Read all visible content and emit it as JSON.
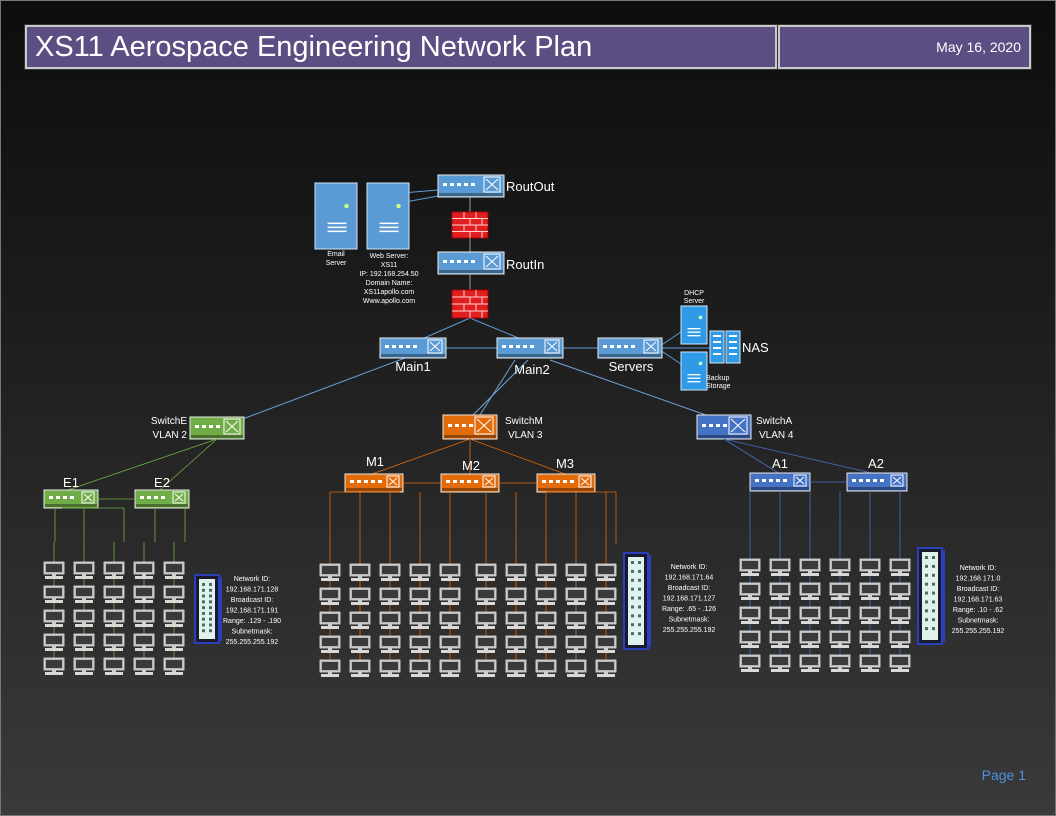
{
  "header": {
    "title": "XS11 Aerospace Engineering Network Plan",
    "date": "May 16, 2020"
  },
  "footer": {
    "page": "Page 1"
  },
  "colors": {
    "router": "#5b9bd5",
    "main_switch": "#5b9bd5",
    "switch_e": "#70ad47",
    "switch_m": "#e36c0a",
    "switch_a": "#4472c4",
    "firewall": "#e02020",
    "server": "#5b9bd5"
  },
  "routers": {
    "out_label": "RoutOut",
    "in_label": "RoutIn"
  },
  "servers": {
    "email_label": [
      "Email",
      "Server"
    ],
    "web_label": [
      "Web Server:",
      "XS11",
      "IP: 192.168.254.50",
      "Domain Name:",
      "XS11apollo.com",
      "Www.apollo.com"
    ],
    "dhcp_label": [
      "DHCP",
      "Server"
    ],
    "nas_label": "NAS",
    "backup_label": [
      "Backup",
      "Storage"
    ]
  },
  "core": {
    "main1": "Main1",
    "main2": "Main2",
    "servers": "Servers"
  },
  "vlans": {
    "e": {
      "switch_name": "SwitchE",
      "vlan": "VLAN 2",
      "subs": [
        "E1",
        "E2"
      ],
      "info": [
        "Network ID:",
        "192.168.171.128",
        "Broadcast ID:",
        "192.168.171.191",
        "Range: .129 - .190",
        "Subnetmask:",
        "255.255.255.192"
      ]
    },
    "m": {
      "switch_name": "SwitchM",
      "vlan": "VLAN 3",
      "subs": [
        "M1",
        "M2",
        "M3"
      ],
      "info": [
        "Network ID:",
        "192.168.171.64",
        "Broadcast ID:",
        "192.168.171.127",
        "Range: .65 - .126",
        "Subnetmask:",
        "255.255.255.192"
      ]
    },
    "a": {
      "switch_name": "SwitchA",
      "vlan": "VLAN 4",
      "subs": [
        "A1",
        "A2"
      ],
      "info": [
        "Network ID:",
        "192.168.171.0",
        "Broadcast ID:",
        "192.168.171.63",
        "Range: .10 - .62",
        "Subnetmask:",
        "255.255.255.192"
      ]
    }
  }
}
